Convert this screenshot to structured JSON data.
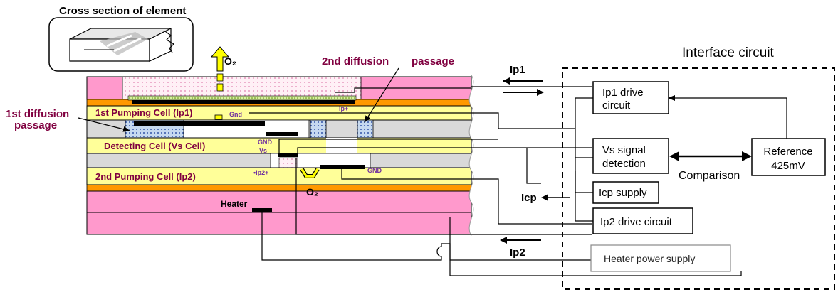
{
  "title": "Cross section of element",
  "labels": {
    "interface_circuit": "Interface circuit",
    "o2_top": "O₂",
    "o2_bottom": "O₂",
    "second_diffusion": "2nd diffusion",
    "second_diffusion_b": "passage",
    "first_diffusion": "1st diffusion",
    "first_diffusion_b": "passage",
    "pumping1": "1st Pumping  Cell (Ip1)",
    "detecting": "Detecting Cell (Vs Cell)",
    "pumping2": "2nd Pumping Cell (Ip2)",
    "heater": "Heater",
    "gnd_a": "Gnd",
    "ip_plus": "Ip+",
    "gnd_b": "GND",
    "vs": "Vs",
    "ip2_plus": "•Ip2+",
    "gnd_c": "GND",
    "ip1": "Ip1",
    "icp": "Icp",
    "ip2": "Ip2",
    "comparison": "Comparison"
  },
  "boxes": {
    "ip1_drive": [
      "Ip1 drive",
      "circuit"
    ],
    "vs_detect": [
      "Vs signal",
      "detection"
    ],
    "reference": [
      "Reference",
      "425mV"
    ],
    "icp_supply": "Icp supply",
    "ip2_drive": "Ip2 drive circuit",
    "heater_supply": "Heater  power  supply"
  },
  "colors": {
    "pink": "#ff99cc",
    "yellow": "#ffff99",
    "orange": "#ff9900",
    "grey": "#d9d9d9",
    "maroon": "#800040",
    "purple": "#7030a0",
    "electrode": "#000000",
    "arrow_yellow": "#ffff00"
  }
}
